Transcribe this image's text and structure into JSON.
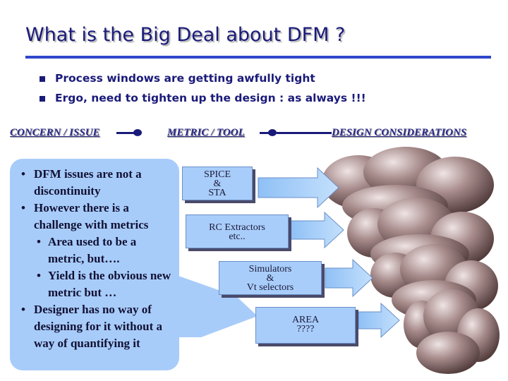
{
  "title": "What is the Big Deal about DFM ?",
  "bullets": [
    "Process windows are getting awfully tight",
    "Ergo, need to tighten up the design : as always !!!"
  ],
  "headers": {
    "concern": "CONCERN / ISSUE",
    "metric": "METRIC / TOOL",
    "design": "DESIGN CONSIDERATIONS"
  },
  "callout_items": [
    {
      "level": 1,
      "text": "DFM issues are not a discontinuity"
    },
    {
      "level": 1,
      "text": "However there is a challenge with metrics"
    },
    {
      "level": 2,
      "text": "Area used to be a metric, but…."
    },
    {
      "level": 2,
      "text": "Yield is the obvious new metric but …"
    },
    {
      "level": 1,
      "text": "Designer has no way of designing for it without a way of quantifying it"
    }
  ],
  "boxes": [
    {
      "lines": [
        "SPICE",
        "&",
        "STA"
      ]
    },
    {
      "lines": [
        "RC Extractors",
        "etc.."
      ]
    },
    {
      "lines": [
        "Simulators",
        "&",
        "Vt selectors"
      ]
    },
    {
      "lines": [
        "AREA",
        "????"
      ]
    }
  ],
  "colors": {
    "title": "#1a1a7a",
    "accent_rule": "#2e47cc",
    "box_fill": "#a9cdfa",
    "cloud": "#a88c8c"
  }
}
